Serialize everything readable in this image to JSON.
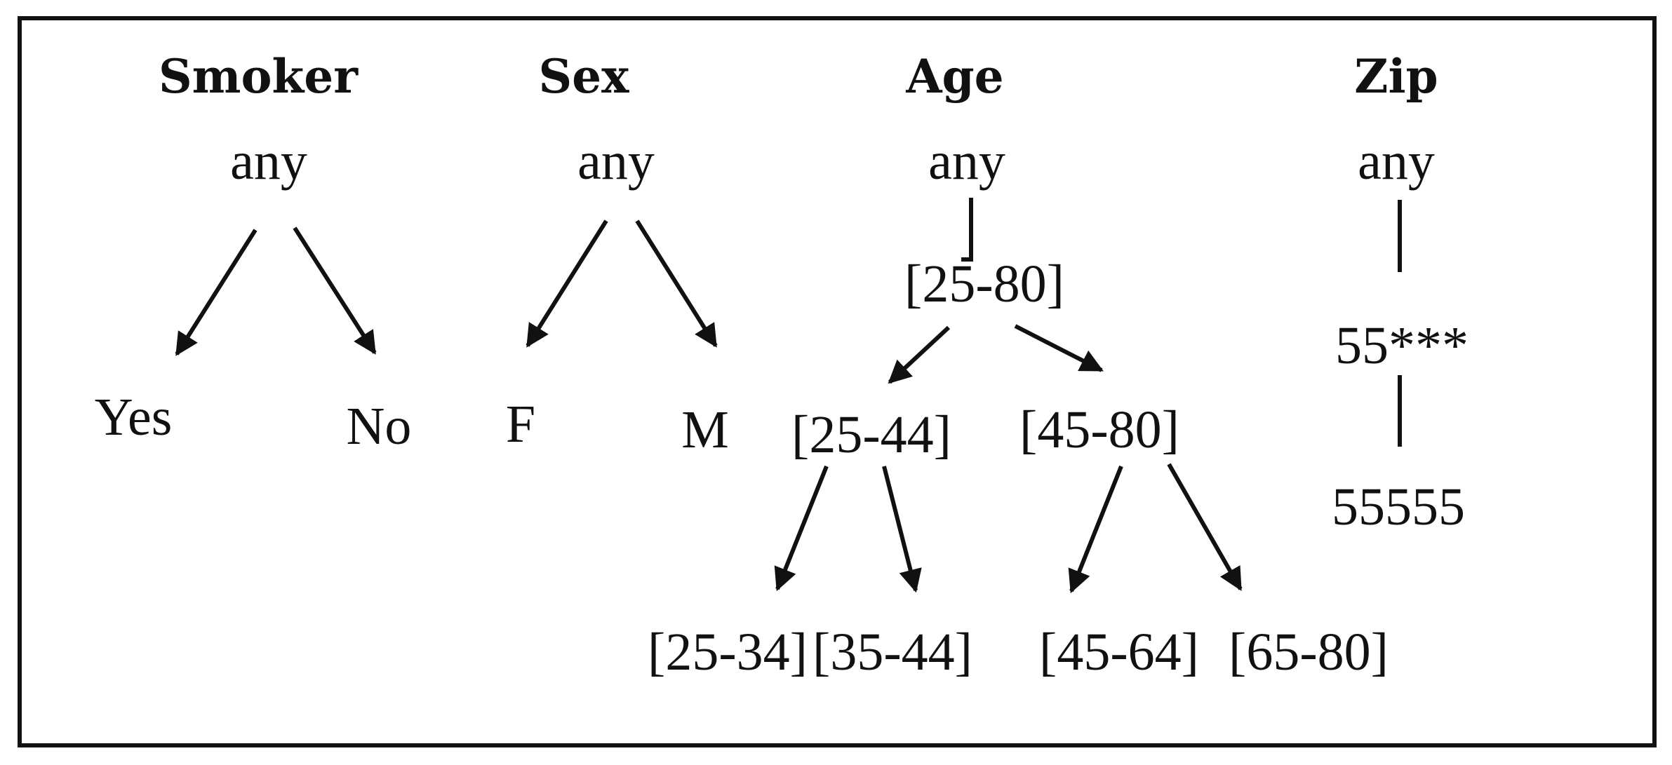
{
  "hierarchies": [
    {
      "title": "Smoker",
      "nodes": {
        "root": "any",
        "yes": "Yes",
        "no": "No"
      }
    },
    {
      "title": "Sex",
      "nodes": {
        "root": "any",
        "f": "F",
        "m": "M"
      }
    },
    {
      "title": "Age",
      "nodes": {
        "root": "any",
        "r25_80": "[25-80]",
        "r25_44": "[25-44]",
        "r45_80": "[45-80]",
        "r25_34": "[25-34]",
        "r35_44": "[35-44]",
        "r45_64": "[45-64]",
        "r65_80": "[65-80]"
      }
    },
    {
      "title": "Zip",
      "nodes": {
        "root": "any",
        "z55": "55***",
        "z55555": "55555"
      }
    }
  ]
}
